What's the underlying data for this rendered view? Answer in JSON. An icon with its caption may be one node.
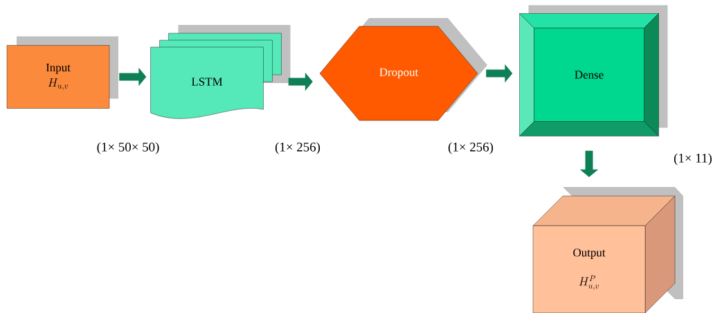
{
  "diagram": {
    "nodes": [
      {
        "text": [
          "Input",
          "H_{u,v}"
        ]
      },
      {
        "text": [
          "LSTM"
        ]
      },
      {
        "text": [
          "Dropout"
        ]
      },
      {
        "text": [
          "Dense"
        ]
      },
      {
        "text": [
          "Output",
          "H_{u,v}^{P}"
        ]
      }
    ],
    "edges": [
      {
        "from": 0,
        "to": 1,
        "arrow": "to"
      },
      {
        "from": 1,
        "to": 2,
        "arrow": "to"
      },
      {
        "from": 2,
        "to": 3,
        "arrow": "to"
      },
      {
        "from": 3,
        "to": 4,
        "arrow": "to"
      }
    ],
    "labels": [
      "(1× 50× 50)",
      "(1× 256)",
      "(1× 256)",
      "(1× 11)"
    ]
  }
}
